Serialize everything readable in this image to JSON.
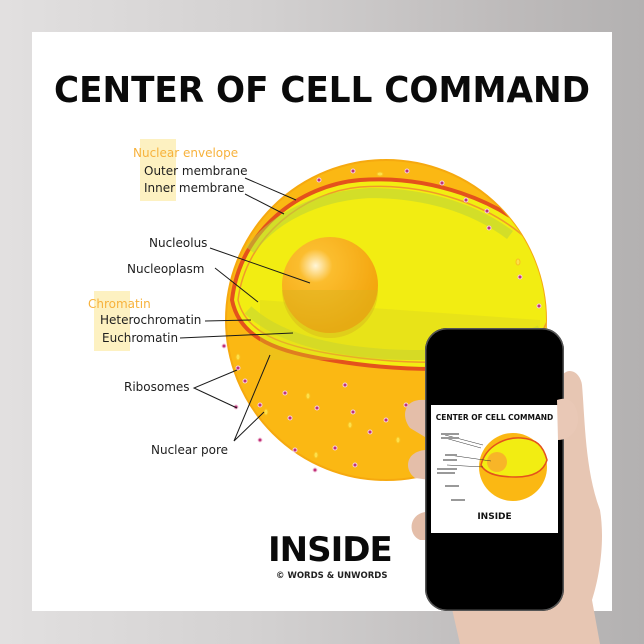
{
  "poster": {
    "title": "CENTER OF CELL COMMAND",
    "labels": {
      "nuclear_envelope": "Nuclear envelope",
      "outer_membrane": "Outer membrane",
      "inner_membrane": "Inner membrane",
      "nucleolus": "Nucleolus",
      "nucleoplasm": "Nucleoplasm",
      "chromatin": "Chromatin",
      "heterochromatin": "Heterochromatin",
      "euchromatin": "Euchromatin",
      "ribosomes": "Ribosomes",
      "nuclear_pore": "Nuclear pore"
    },
    "footer_word": "INSIDE",
    "copyright": "© WORDS & UNWORDS",
    "colors": {
      "cytoplasm": "#fbb813",
      "nucleoplasm": "#f5ee1a",
      "membrane": "#e4521c",
      "heading_accent": "#f7b23c",
      "ribosome": "#c0317a"
    }
  },
  "phone_preview": {
    "title": "CENTER OF CELL COMMAND",
    "footer_word": "INSIDE"
  }
}
